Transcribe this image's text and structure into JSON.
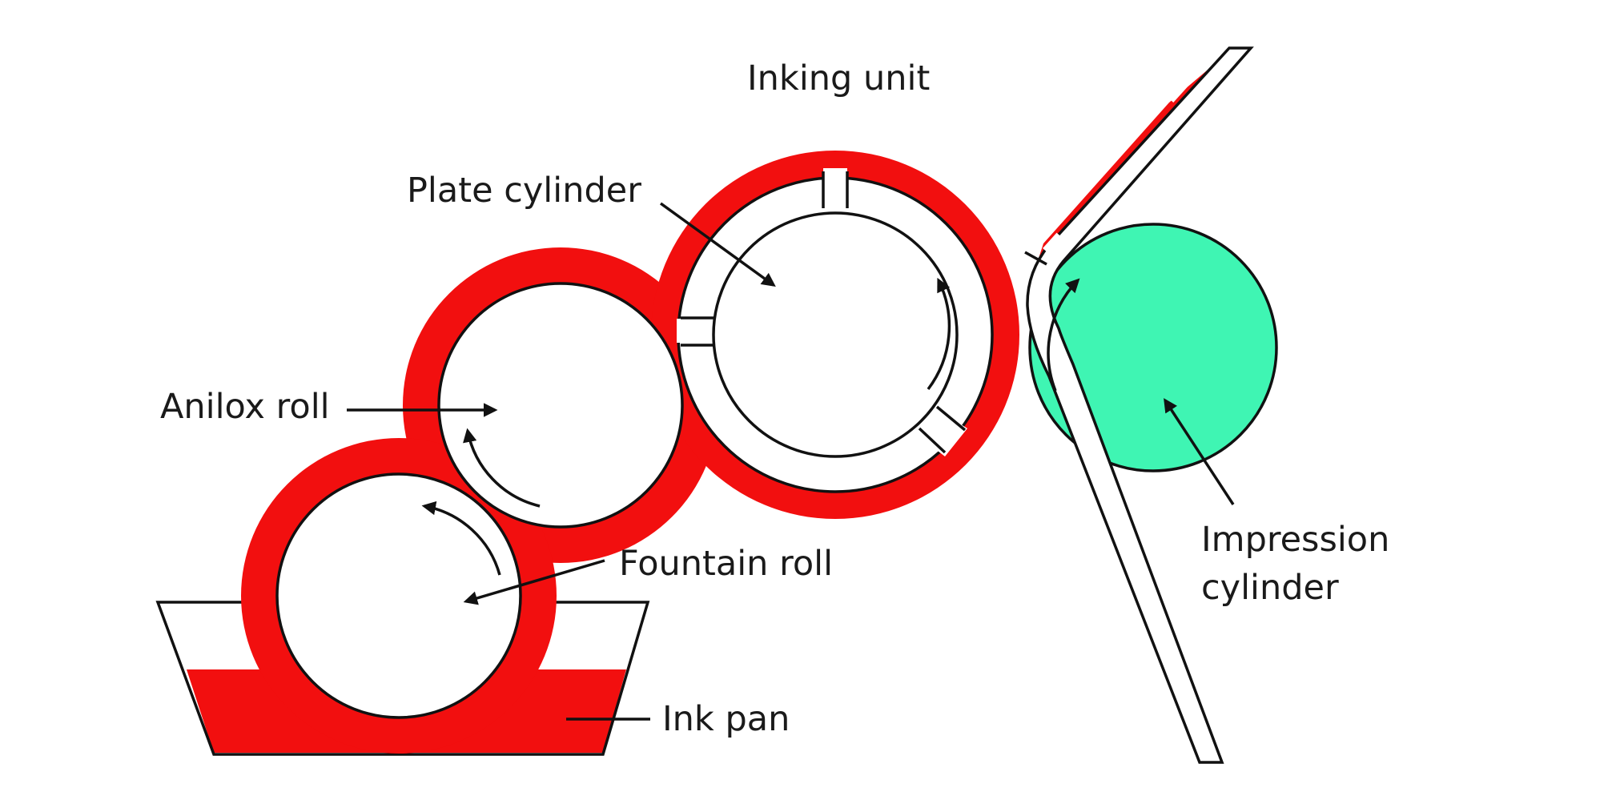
{
  "title": "Inking unit",
  "labels": {
    "plate_cylinder": "Plate cylinder",
    "anilox_roll": "Anilox roll",
    "fountain_roll": "Fountain roll",
    "ink_pan": "Ink pan",
    "impression_cylinder_line1": "Impression",
    "impression_cylinder_line2": "cylinder"
  },
  "colors": {
    "ink": "#f20f0f",
    "impression_cylinder": "#3ff5b3",
    "outline": "#111111",
    "background": "#ffffff"
  }
}
